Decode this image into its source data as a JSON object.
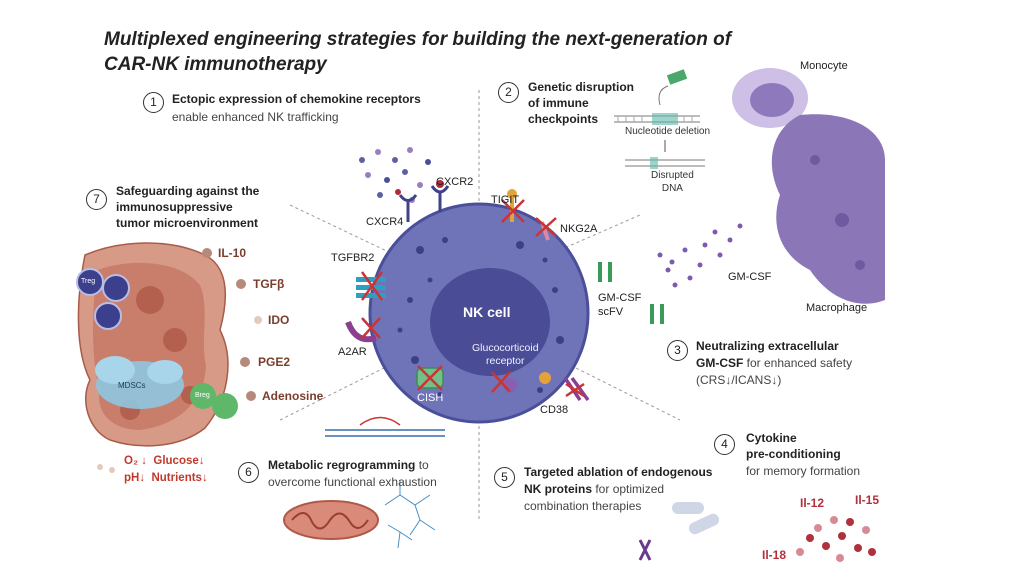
{
  "title_line1": "Multiplexed engineering strategies for building the next-generation of",
  "title_line2": "CAR-NK immunotherapy",
  "center": {
    "cell": "NK cell"
  },
  "strategies": [
    {
      "num": "1",
      "head": "Ectopic expression of chemokine receptors",
      "sub": "enable enhanced NK trafficking"
    },
    {
      "num": "2",
      "head_l1": "Genetic disruption",
      "head_l2": "of immune",
      "head_l3": "checkpoints"
    },
    {
      "num": "3",
      "head_l1": "Neutralizing extracellular",
      "head_l2": "GM-CSF",
      "tail_l2": " for enhanced safety",
      "sub_l3": "(CRS↓/ICANS↓)"
    },
    {
      "num": "4",
      "head_l1": "Cytokine",
      "head_l2": "pre-conditioning",
      "sub_l3": "for memory formation"
    },
    {
      "num": "5",
      "head_l1": "Targeted ablation of endogenous",
      "head_l2": "NK proteins",
      "tail_l2": " for optimized",
      "sub_l3": "combination therapies"
    },
    {
      "num": "6",
      "head": "Metabolic regrogramming",
      "tail": " to",
      "sub": "overcome functional exhaustion"
    },
    {
      "num": "7",
      "head_l1": "Safeguarding against the",
      "head_l2": "immunosuppressive",
      "head_l3": "tumor microenvironment"
    }
  ],
  "receptors": {
    "cxcr2": "CXCR2",
    "cxcr4": "CXCR4",
    "tgfbr2": "TGFBR2",
    "a2ar": "A2AR",
    "tigit": "TIGIT",
    "nkg2a": "NKG2A",
    "cish": "CISH",
    "glucocorticoid_l1": "Glucocorticoid",
    "glucocorticoid_l2": "receptor",
    "cd38": "CD38"
  },
  "gene_editing": {
    "deletion": "Nucleotide deletion",
    "disrupted_l1": "Disrupted",
    "disrupted_l2": "DNA"
  },
  "gmcsf": {
    "scfv_l1": "GM-CSF",
    "scfv_l2": "scFV",
    "free": "GM-CSF"
  },
  "cells": {
    "monocyte": "Monocyte",
    "macrophage": "Macrophage",
    "treg": "Treg",
    "mdscs": "MDSCs",
    "breg": "Breg"
  },
  "tme_factors": [
    "IL-10",
    "TGFβ",
    "IDO",
    "PGE2",
    "Adenosine"
  ],
  "tme_conditions": {
    "line1": "O₂ ↓  Glucose↓",
    "line2": "pH↓  Nutrients↓"
  },
  "cytokines": {
    "il12": "Il-12",
    "il15": "Il-15",
    "il18": "Il-18"
  },
  "colors": {
    "nk_cell": "#6f74b8",
    "nucleus": "#4a4c96",
    "macrophage": "#8b76b8",
    "tumor": "#c9826e",
    "red_cross": "#cc3333",
    "cytokine": "#b0303c"
  }
}
